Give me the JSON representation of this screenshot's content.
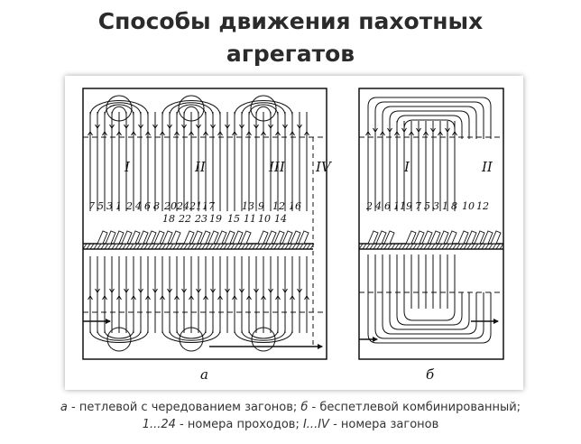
{
  "title": {
    "line1": "Способы движения пахотных",
    "line2": "агрегатов"
  },
  "figure": {
    "panel_a": {
      "letter": "а",
      "zones": [
        "I",
        "II",
        "III",
        "IV"
      ],
      "numbers_top": [
        "7",
        "5",
        "3",
        "1",
        "2",
        "4",
        "6",
        "8",
        "20",
        "24",
        "21",
        "17",
        "13",
        "9",
        "12",
        "16"
      ],
      "numbers_bottom": [
        "18",
        "22",
        "23",
        "19",
        "15",
        "11",
        "10",
        "14"
      ]
    },
    "panel_b": {
      "letter": "б",
      "zones": [
        "I",
        "II"
      ],
      "numbers": [
        "2",
        "4",
        "6",
        "11",
        "9",
        "7",
        "5",
        "3",
        "1",
        "8",
        "10",
        "12"
      ]
    }
  },
  "caption": {
    "line1_a": "а",
    "line1_a_text": " - петлевой с чередованием загонов; ",
    "line1_b": "б",
    "line1_b_text": " - беспетлевой комбинированный;",
    "line2_range": "1...24",
    "line2_text1": " - номера проходов; ",
    "line2_zones": "I...IV",
    "line2_text2": " - номера загонов"
  }
}
